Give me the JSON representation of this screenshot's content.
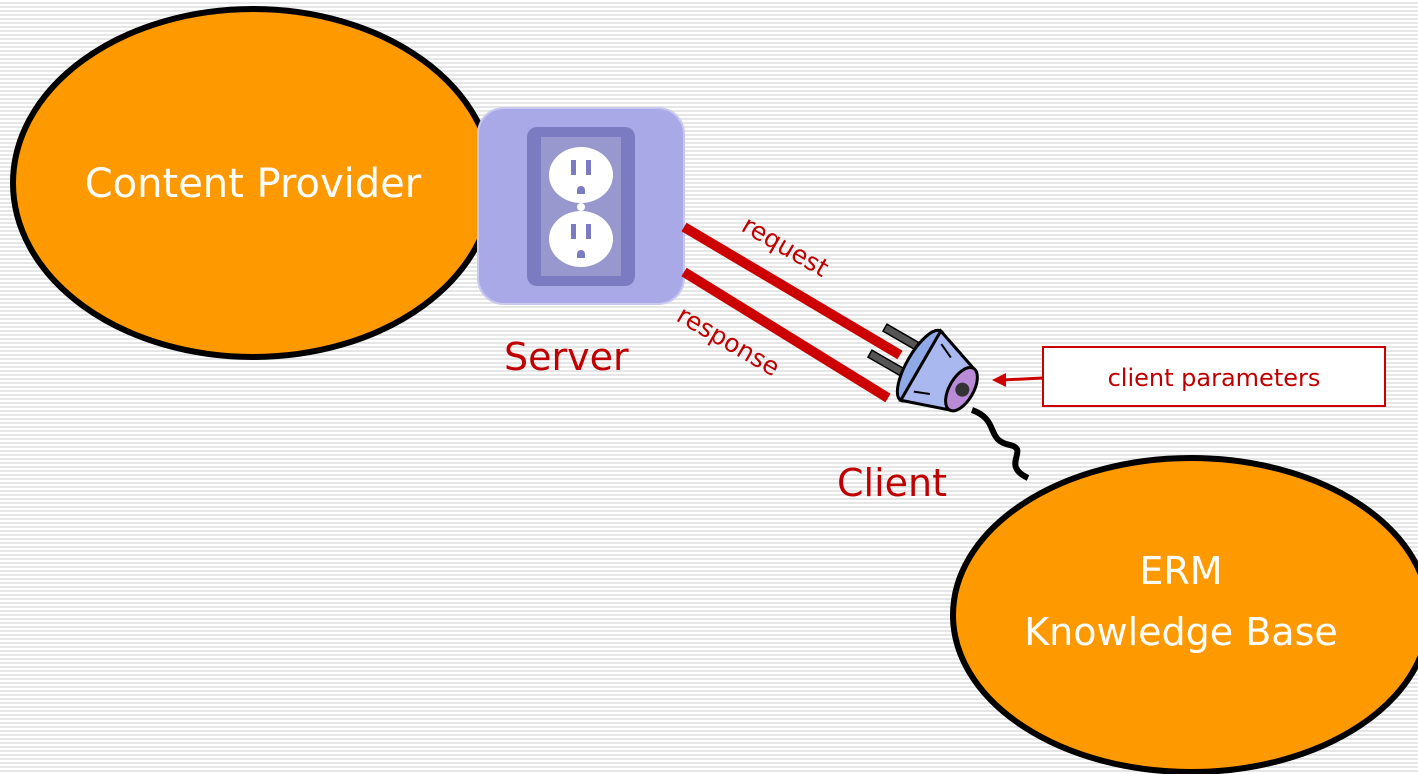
{
  "labels": {
    "content_provider": "Content Provider",
    "server": "Server",
    "client": "Client",
    "request": "request",
    "response": "response",
    "client_parameters": "client parameters",
    "erm_line1": "ERM",
    "erm_line2": "Knowledge Base"
  },
  "colors": {
    "ellipse_fill": "#ff9900",
    "ellipse_stroke": "#000000",
    "line_red": "#cc0000",
    "label_red": "#c00000",
    "outlet_frame": "#a9a9e8",
    "outlet_face": "#7b7bc2",
    "plug_body": "#8ea8e8",
    "plug_tip": "#b98ad6"
  }
}
